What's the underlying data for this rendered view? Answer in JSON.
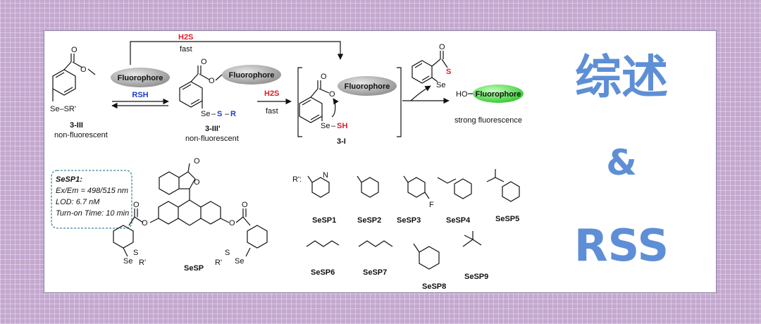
{
  "scheme": {
    "top_reagent": "H2S",
    "top_condition": "fast",
    "fluorophore_label": "Fluorophore",
    "compound_1": {
      "substituent": "Se–SR'",
      "id": "3-III",
      "desc": "non-fluorescent"
    },
    "compound_2": {
      "id": "3-III'",
      "desc": "non-fluorescent"
    },
    "equilibrium_reagent": "RSH",
    "step2_reagent": "H2S",
    "step2_condition": "fast",
    "intermediate_id": "3-I",
    "product_label": "strong fluorescence",
    "product_prefix": "HO",
    "byproduct_atoms": [
      "S",
      "Se"
    ]
  },
  "probe_box": {
    "title": "SeSP1:",
    "lines": [
      "Ex/Em = 498/515 nm",
      "LOD: 6.7 nM",
      "Turn-on Time: 10 min"
    ]
  },
  "sesp_label": "SeSP",
  "r_prime_label": "R':",
  "probes": [
    "SeSP1",
    "SeSP2",
    "SeSP3",
    "SeSP4",
    "SeSP5",
    "SeSP6",
    "SeSP7",
    "SeSP8",
    "SeSP9"
  ],
  "side_title": {
    "line1": "综述",
    "line2": "&",
    "line3": "RSS"
  },
  "colors": {
    "accent": "#5e8fd6",
    "fluorophore_gray": "#a9a9a9",
    "fluorophore_green": "#3fd23a",
    "h2s_red": "#e01b24",
    "rsh_blue": "#1c3bd1"
  }
}
